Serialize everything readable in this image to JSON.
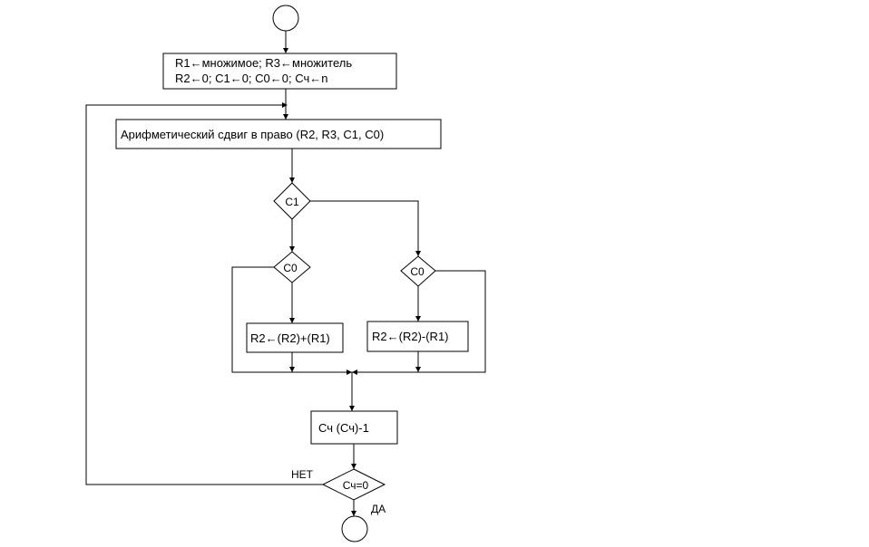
{
  "nodes": {
    "init_line1": "R1←множимое; R3←множитель",
    "init_line2": "R2←0; C1←0; C0←0;  Сч←n",
    "shift": "Арифметический сдвиг в право (R2, R3, C1, C0)",
    "decision_c1": "C1",
    "decision_c0_left": "C0",
    "decision_c0_right": "C0",
    "add": "R2←(R2)+(R1)",
    "subtract": "R2←(R2)-(R1)",
    "counter": "Сч   (Сч)-1",
    "decision_counter": "Сч=0"
  },
  "labels": {
    "no": "НЕТ",
    "yes": "ДА"
  }
}
